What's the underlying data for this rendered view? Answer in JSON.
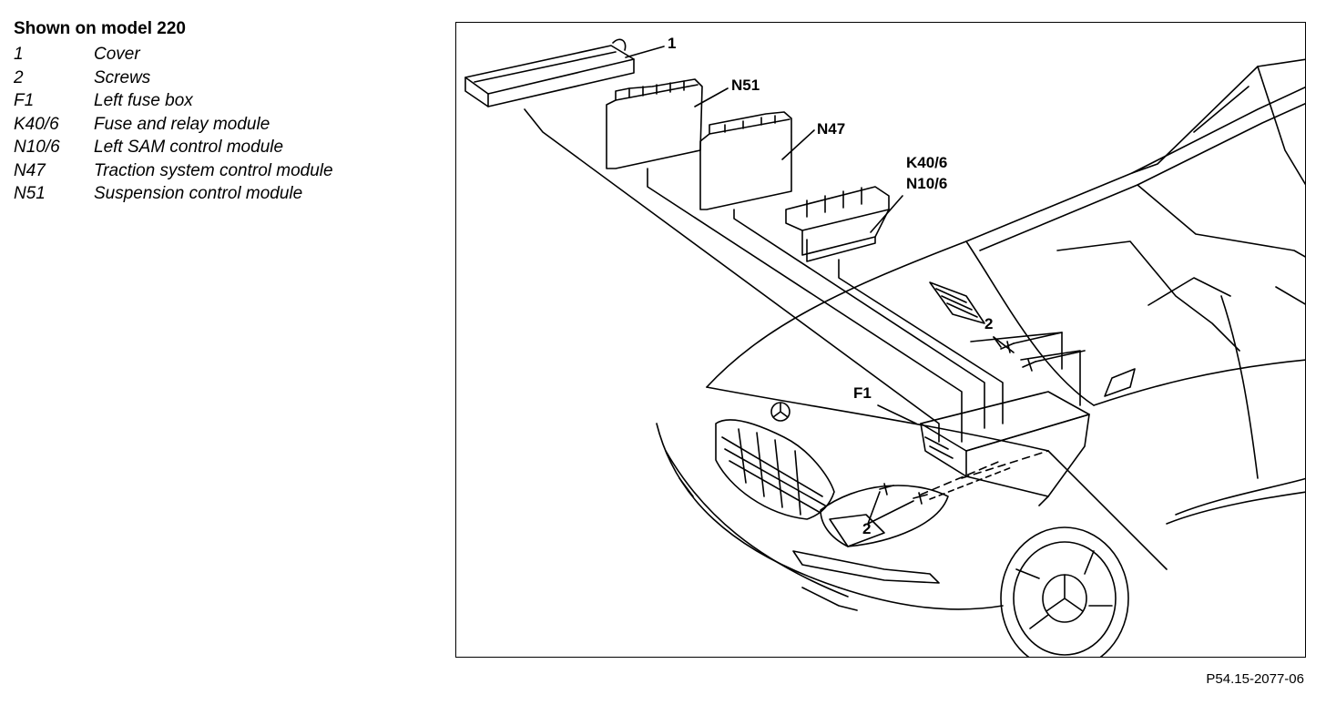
{
  "legend": {
    "title": "Shown on model 220",
    "items": [
      {
        "code": "1",
        "label": "Cover"
      },
      {
        "code": "2",
        "label": "Screws"
      },
      {
        "code": "F1",
        "label": "Left fuse box"
      },
      {
        "code": "K40/6",
        "label": "Fuse and relay module"
      },
      {
        "code": "N10/6",
        "label": "Left SAM control module"
      },
      {
        "code": "N47",
        "label": "Traction system control module"
      },
      {
        "code": "N51",
        "label": "Suspension control module"
      }
    ]
  },
  "diagram": {
    "callouts": {
      "c1": "1",
      "n51": "N51",
      "n47": "N47",
      "k40": "K40/6",
      "n10": "N10/6",
      "f1": "F1",
      "screws_top": "2",
      "screws_bottom": "2"
    },
    "figure_id": "P54.15-2077-06"
  }
}
